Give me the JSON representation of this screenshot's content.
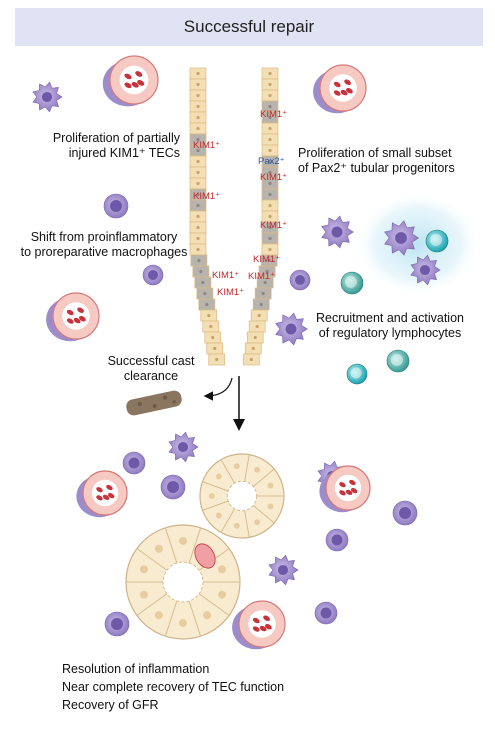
{
  "header": {
    "title": "Successful repair"
  },
  "labels": {
    "proliferation_kim1_line1": "Proliferation of partially",
    "proliferation_kim1_line2": "injured KIM1⁺ TECs",
    "pax2_line1": "Proliferation of small subset",
    "pax2_line2": "of Pax2⁺ tubular progenitors",
    "shift_line1": "Shift from proinflammatory",
    "shift_line2": "to proreparative macrophages",
    "recruitment_line1": "Recruitment and activation",
    "recruitment_line2": "of regulatory lymphocytes",
    "cast_line1": "Successful cast",
    "cast_line2": "clearance"
  },
  "outcomes": [
    "Resolution of inflammation",
    "Near complete recovery of TEC function",
    "Recovery of GFR"
  ],
  "markers": {
    "kim1": "KIM1⁺",
    "pax2": "Pax2⁺"
  },
  "colors": {
    "header_bg": "#dfe3f3",
    "tubule_cell": "#f3dfb3",
    "injured_cell": "#b9b3ad",
    "kim1_text": "#c0282c",
    "pax2_text": "#2a5aa8",
    "macrophage": "#9b87c7",
    "lymphocyte": "#3a9b95",
    "erythrocyte": "#c8323a"
  }
}
